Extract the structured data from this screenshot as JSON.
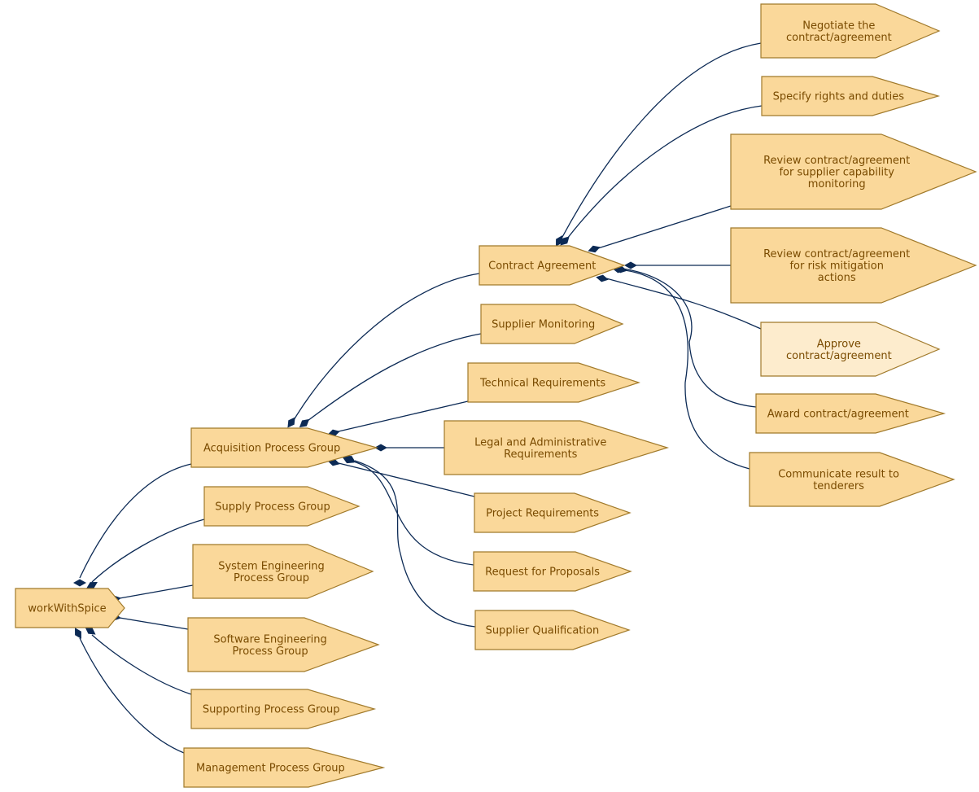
{
  "diagram": {
    "nodes": [
      {
        "id": "root",
        "lines": [
          "workWithSpice"
        ],
        "highlight": false
      },
      {
        "id": "acq",
        "lines": [
          "Acquisition Process Group"
        ],
        "highlight": false
      },
      {
        "id": "supply",
        "lines": [
          "Supply Process Group"
        ],
        "highlight": false
      },
      {
        "id": "syseng",
        "lines": [
          "System Engineering",
          "Process Group"
        ],
        "highlight": false
      },
      {
        "id": "sweng",
        "lines": [
          "Software Engineering",
          "Process Group"
        ],
        "highlight": false
      },
      {
        "id": "supporting",
        "lines": [
          "Supporting Process Group"
        ],
        "highlight": false
      },
      {
        "id": "mgmt",
        "lines": [
          "Management Process Group"
        ],
        "highlight": false
      },
      {
        "id": "contract",
        "lines": [
          "Contract Agreement"
        ],
        "highlight": false
      },
      {
        "id": "supmon",
        "lines": [
          "Supplier Monitoring"
        ],
        "highlight": false
      },
      {
        "id": "techreq",
        "lines": [
          "Technical Requirements"
        ],
        "highlight": false
      },
      {
        "id": "legal",
        "lines": [
          "Legal and Administrative",
          "Requirements"
        ],
        "highlight": false
      },
      {
        "id": "projreq",
        "lines": [
          "Project Requirements"
        ],
        "highlight": false
      },
      {
        "id": "rfp",
        "lines": [
          "Request for Proposals"
        ],
        "highlight": false
      },
      {
        "id": "supqual",
        "lines": [
          "Supplier Qualification"
        ],
        "highlight": false
      },
      {
        "id": "negotiate",
        "lines": [
          "Negotiate the",
          "contract/agreement"
        ],
        "highlight": false
      },
      {
        "id": "rights",
        "lines": [
          "Specify rights and duties"
        ],
        "highlight": false
      },
      {
        "id": "revcap",
        "lines": [
          "Review contract/agreement",
          "for supplier capability",
          "monitoring"
        ],
        "highlight": false
      },
      {
        "id": "revrisk",
        "lines": [
          "Review contract/agreement",
          "for risk mitigation",
          "actions"
        ],
        "highlight": false
      },
      {
        "id": "approve",
        "lines": [
          "Approve",
          "contract/agreement"
        ],
        "highlight": true
      },
      {
        "id": "award",
        "lines": [
          "Award contract/agreement"
        ],
        "highlight": false
      },
      {
        "id": "communicate",
        "lines": [
          "Communicate result to",
          "tenderers"
        ],
        "highlight": false
      }
    ],
    "edges": [
      {
        "from": "root",
        "to": "acq"
      },
      {
        "from": "root",
        "to": "supply"
      },
      {
        "from": "root",
        "to": "syseng"
      },
      {
        "from": "root",
        "to": "sweng"
      },
      {
        "from": "root",
        "to": "supporting"
      },
      {
        "from": "root",
        "to": "mgmt"
      },
      {
        "from": "acq",
        "to": "contract"
      },
      {
        "from": "acq",
        "to": "supmon"
      },
      {
        "from": "acq",
        "to": "techreq"
      },
      {
        "from": "acq",
        "to": "legal"
      },
      {
        "from": "acq",
        "to": "projreq"
      },
      {
        "from": "acq",
        "to": "rfp"
      },
      {
        "from": "acq",
        "to": "supqual"
      },
      {
        "from": "contract",
        "to": "negotiate"
      },
      {
        "from": "contract",
        "to": "rights"
      },
      {
        "from": "contract",
        "to": "revcap"
      },
      {
        "from": "contract",
        "to": "revrisk"
      },
      {
        "from": "contract",
        "to": "approve"
      },
      {
        "from": "contract",
        "to": "award"
      },
      {
        "from": "contract",
        "to": "communicate"
      }
    ]
  },
  "colors": {
    "node_fill": "#fad89a",
    "node_fill_highlight": "#fdeccd",
    "node_stroke": "#a17a2b",
    "text": "#7a4b00",
    "edge": "#0c2a55"
  }
}
